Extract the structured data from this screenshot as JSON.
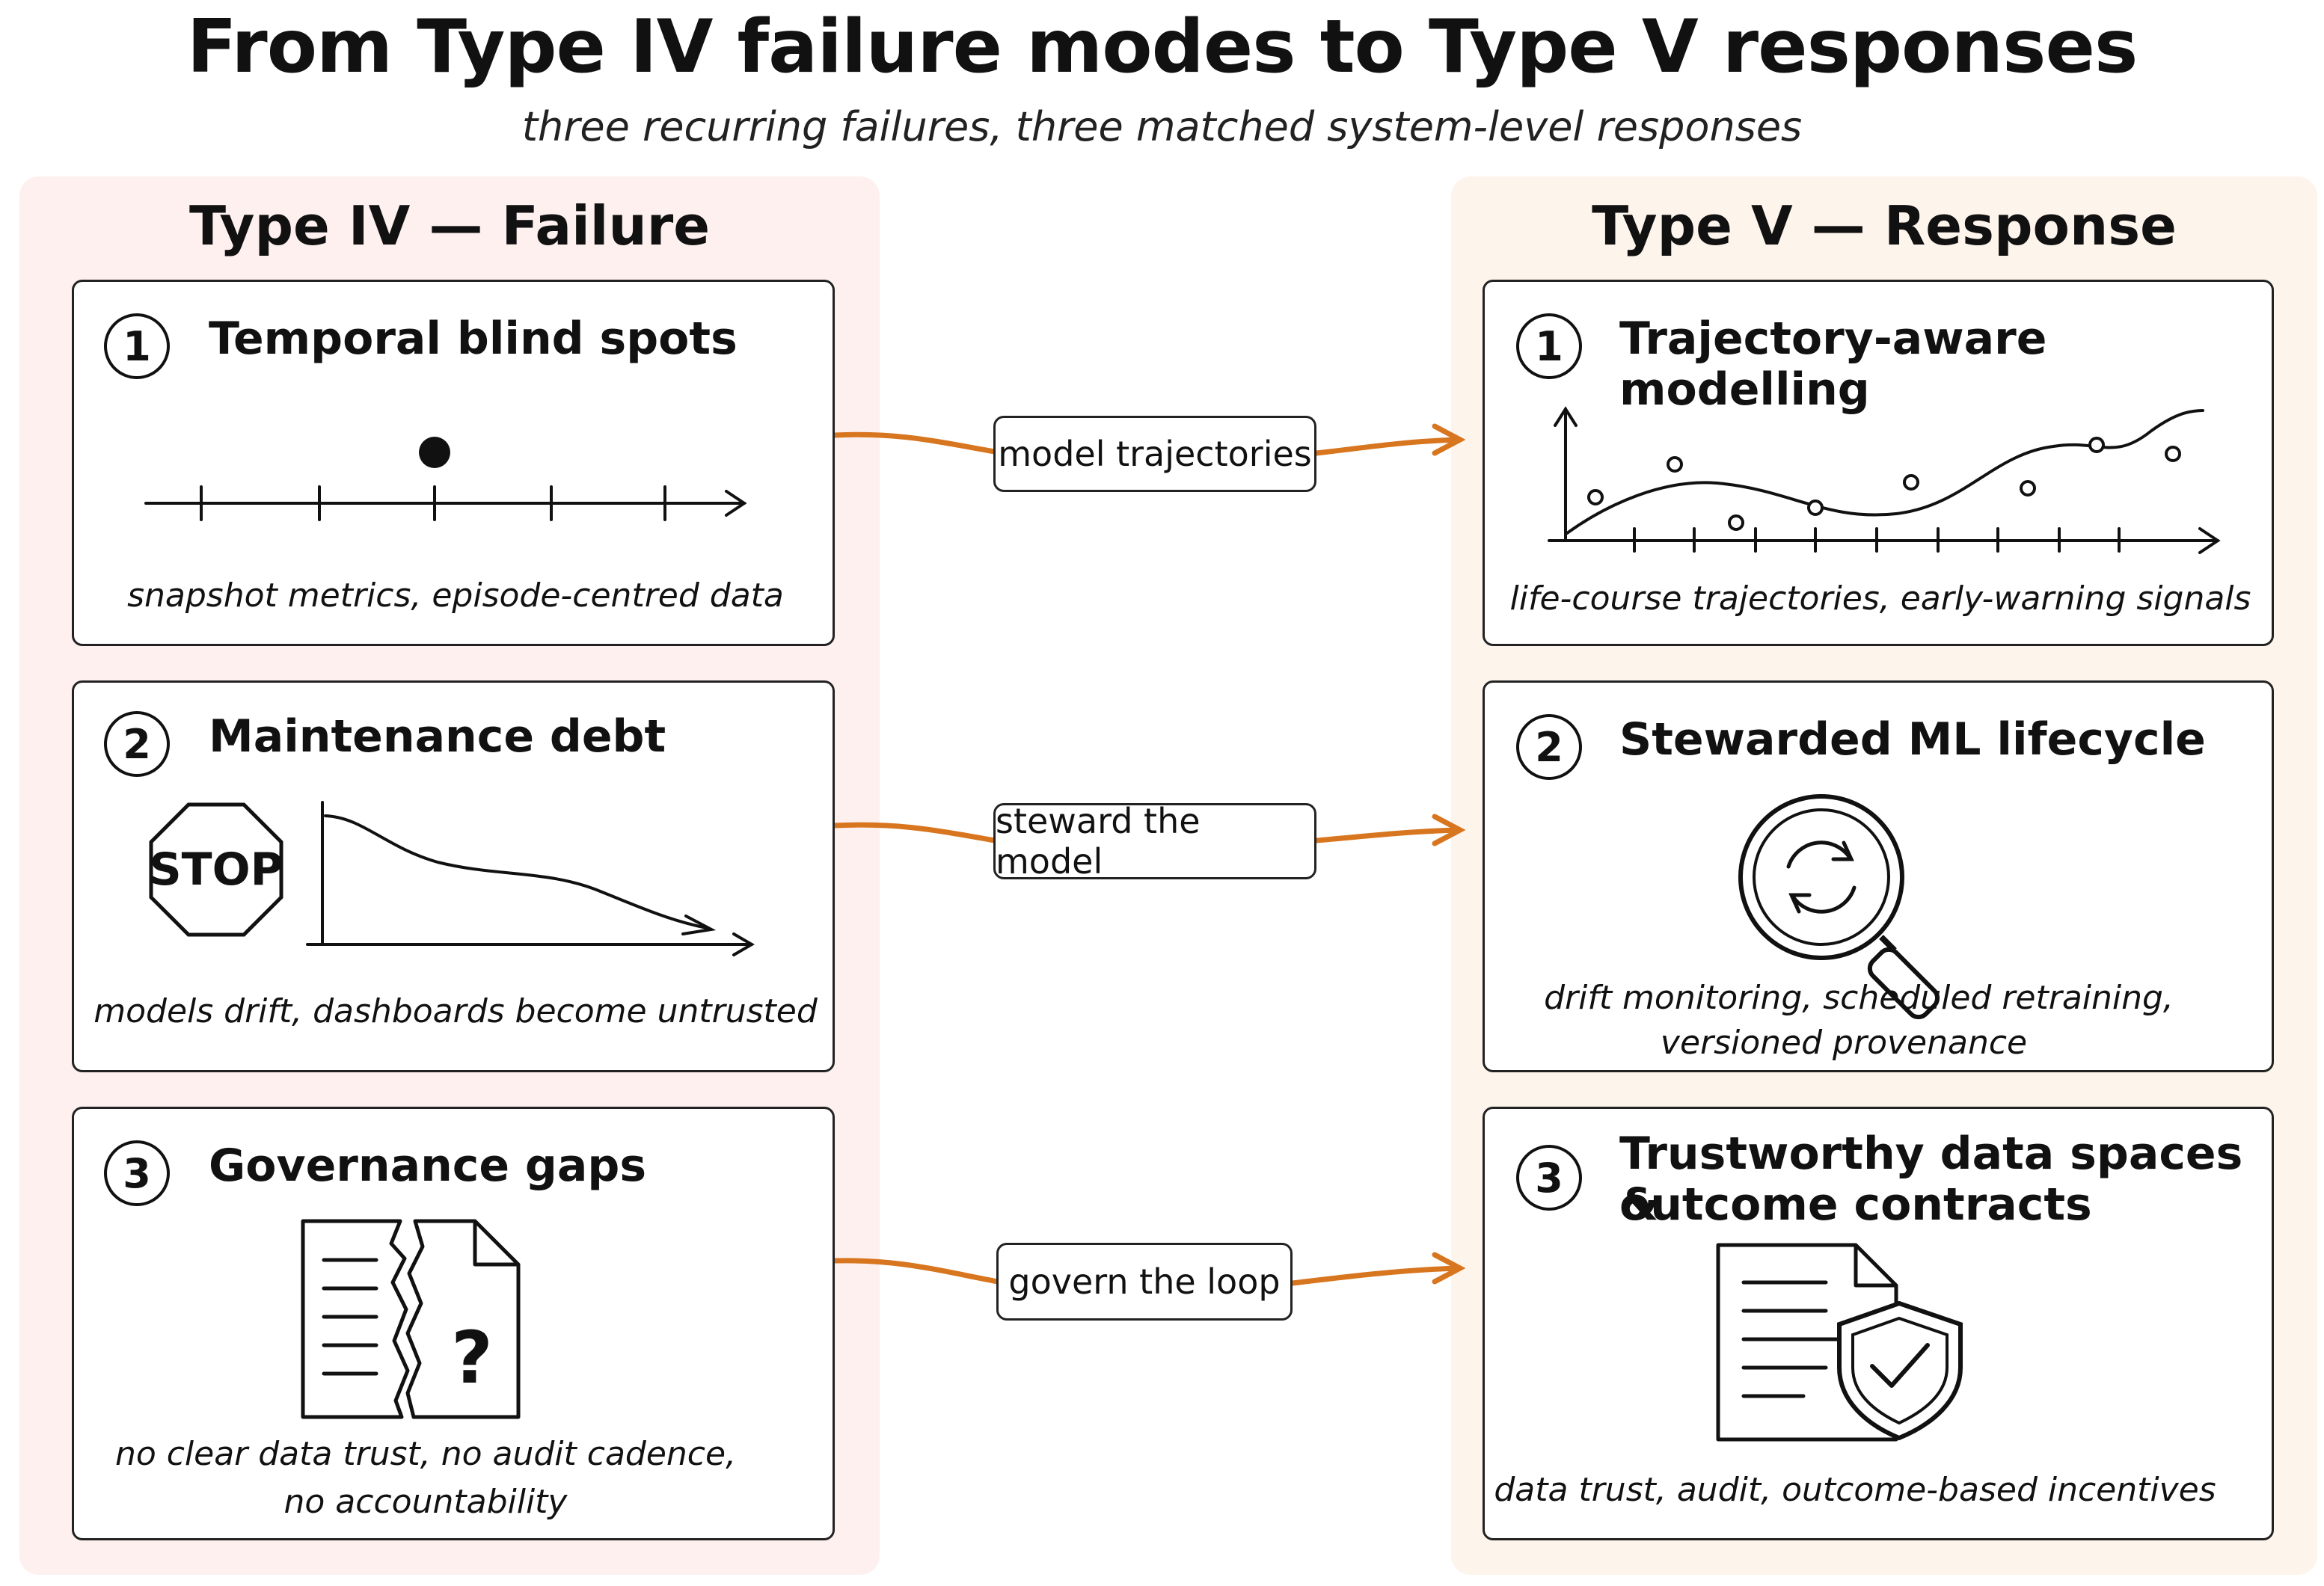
{
  "title": "From Type IV failure modes to Type V responses",
  "subtitle": "three recurring failures, three matched system-level responses",
  "failure_column": {
    "heading": "Type IV — Failure",
    "cards": [
      {
        "number": "1",
        "title": "Temporal blind spots",
        "caption": "snapshot metrics, episode-centred data",
        "icon": "timeline-snapshot-icon"
      },
      {
        "number": "2",
        "title": "Maintenance debt",
        "caption": "models drift, dashboards become untrusted",
        "icon": "stop-sign-icon",
        "stop_text": "STOP"
      },
      {
        "number": "3",
        "title": "Governance gaps",
        "caption_lines": [
          "no clear data trust, no audit cadence,",
          "no accountability"
        ],
        "icon": "torn-document-icon",
        "icon_text": "?"
      }
    ]
  },
  "response_column": {
    "heading": "Type V — Response",
    "cards": [
      {
        "number": "1",
        "title": "Trajectory-aware modelling",
        "caption": "life-course trajectories, early-warning signals",
        "icon": "trajectory-curve-icon"
      },
      {
        "number": "2",
        "title": "Stewarded ML lifecycle",
        "caption_lines": [
          "drift monitoring, scheduled retraining,",
          "versioned provenance"
        ],
        "icon": "magnifier-refresh-icon"
      },
      {
        "number": "3",
        "title_lines": [
          "Trustworthy data spaces &",
          "outcome contracts"
        ],
        "caption": "data trust, audit, outcome-based incentives",
        "icon": "document-shield-icon"
      }
    ]
  },
  "connectors": [
    {
      "label": "model trajectories"
    },
    {
      "label": "steward the model"
    },
    {
      "label": "govern the loop"
    }
  ],
  "colors": {
    "arrow": "#d8751f",
    "left_panel": "#fdf0ef",
    "right_panel": "#fdf4ec",
    "stroke": "#222222"
  }
}
